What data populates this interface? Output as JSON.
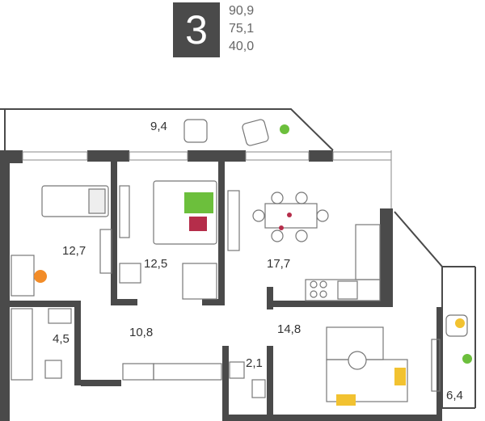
{
  "summary": {
    "rooms_count": "3",
    "total_area": "90,9",
    "living_area_with": "75,1",
    "living_area": "40,0"
  },
  "rooms": {
    "balcony_top": "9,4",
    "bedroom_left": "12,7",
    "bedroom_mid": "12,5",
    "kitchen_living": "17,7",
    "bathroom": "4,5",
    "hall": "10,8",
    "wc": "2,1",
    "living_room": "14,8",
    "balcony_right": "6,4"
  },
  "colors": {
    "wall": "#4a4a4a",
    "badge": "#4a4a4a",
    "accent_orange": "#f28c28",
    "accent_green": "#6cbf3c",
    "accent_red": "#b52d4a",
    "accent_yellow": "#f2c230"
  }
}
